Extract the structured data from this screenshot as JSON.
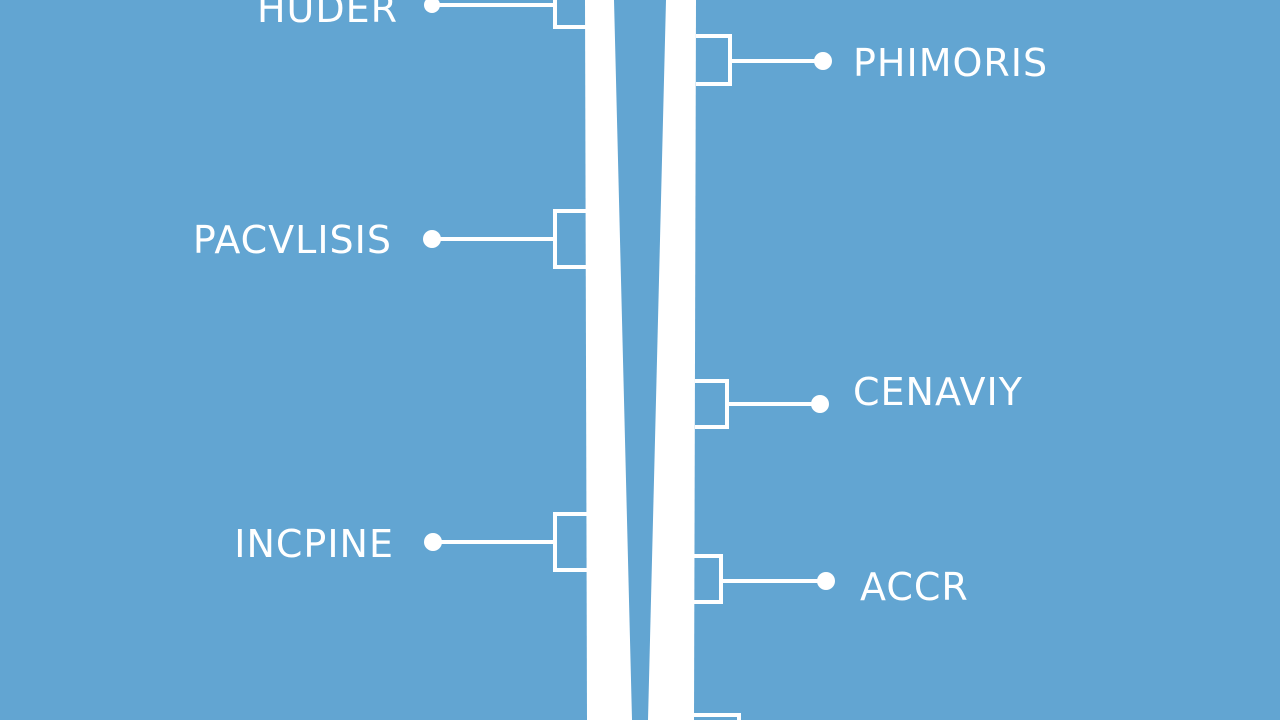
{
  "colors": {
    "background": "#62a5d2",
    "foreground": "#ffffff"
  },
  "labels": {
    "left": [
      "HUDER",
      "PACVLISIS",
      "INCPINE"
    ],
    "right": [
      "PHIMORIS",
      "CENAVIY",
      "ACCR"
    ]
  }
}
